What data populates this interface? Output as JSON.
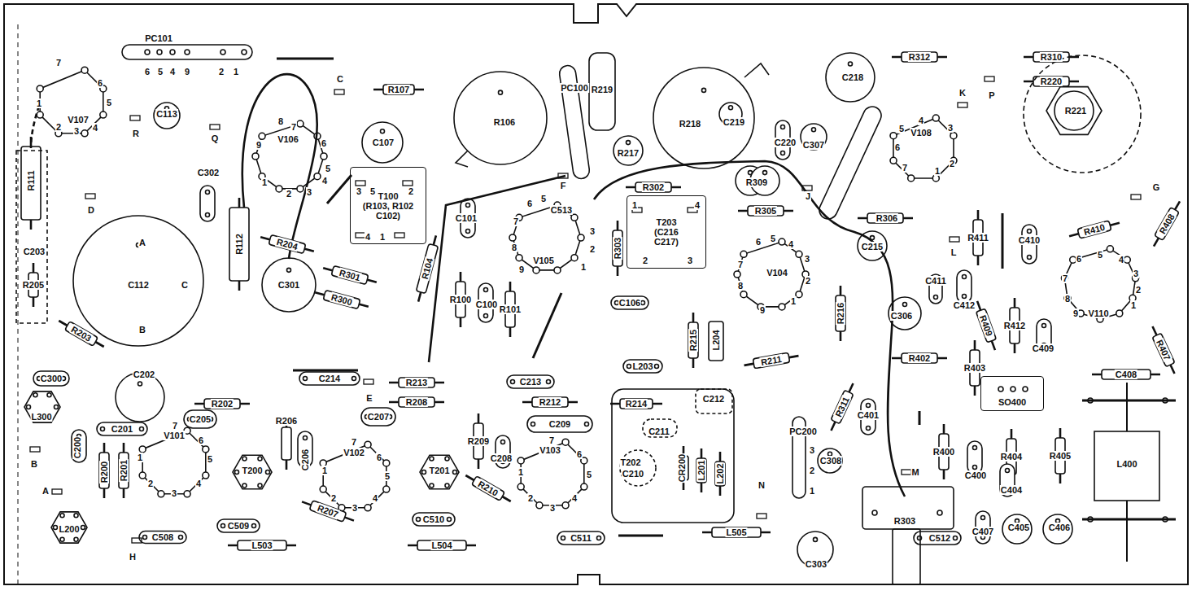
{
  "diagram": {
    "nodes": [
      {
        "text": [
          "T100",
          "(R103, R102 C102)"
        ]
      },
      {
        "text": [
          "T203",
          "(C216 C217)"
        ]
      },
      {
        "text": [
          "SO400"
        ]
      }
    ],
    "labels": [
      "PC101",
      "6",
      "5",
      "4",
      "9",
      "2",
      "1",
      "7",
      "6",
      "5",
      "1",
      "2",
      "V107",
      "3",
      "4",
      "R111",
      "C203",
      "R205",
      "D",
      "R",
      "C113",
      "Q",
      "C",
      "8",
      "7",
      "9",
      "6",
      "V106",
      "5",
      "4",
      "1",
      "2",
      "3",
      "R107",
      "C107",
      "C302",
      "3",
      "5",
      "2",
      "4",
      "1",
      "R106",
      "PC100",
      "R219",
      "F",
      "R218",
      "C219",
      "C220",
      "C307",
      "C218",
      "R312",
      "R310",
      "R220",
      "K",
      "P",
      "R221",
      "G",
      "R408",
      "4",
      "5",
      "3",
      "V108",
      "6",
      "2",
      "7",
      "1",
      "J",
      "R309",
      "R305",
      "R302",
      "1",
      "4",
      "2",
      "3",
      "R217",
      "R303",
      "6",
      "5",
      "C513",
      "3",
      "2",
      "1",
      "9",
      "8",
      "7",
      "V105",
      "C101",
      "R306",
      "6",
      "5",
      "4",
      "3",
      "2",
      "1",
      "9",
      "8",
      "7",
      "V104",
      "C215",
      "L",
      "R411",
      "C410",
      "R410",
      "6",
      "5",
      "4",
      "7",
      "3",
      "8",
      "2",
      "1",
      "9",
      "V110",
      "R407",
      "C411",
      "C412",
      "R409",
      "R412",
      "C409",
      "R403",
      "C408",
      "L400",
      "R404",
      "R405",
      "C400",
      "C404",
      "C405",
      "C406",
      "C407",
      "R400",
      "M",
      "R303",
      "C512",
      "C401",
      "R311",
      "PC200",
      "3",
      "2",
      "1",
      "C308",
      "N",
      "C303",
      "R402",
      "C306",
      "R216",
      "R211",
      "R215",
      "L204",
      "L203",
      "C106",
      "R101",
      "C100",
      "R100",
      "R104",
      "R301",
      "R300",
      "C301",
      "R204",
      "R112",
      "A",
      "C112",
      "C",
      "B",
      "R203",
      "C300",
      "L300",
      "C202",
      "C201",
      "R202",
      "C205",
      "C214",
      "E",
      "R213",
      "R208",
      "C207",
      "C213",
      "R212",
      "C209",
      "R214",
      "C212",
      "C211",
      "T202",
      "C210",
      "CR200",
      "L201",
      "L202",
      "R209",
      "C208",
      "R210",
      "B",
      "C200",
      "R200",
      "R201",
      "A",
      "L200",
      "7",
      "V101",
      "6",
      "1",
      "5",
      "2",
      "3",
      "4",
      "H",
      "C508",
      "C509",
      "L503",
      "R206",
      "C206",
      "T200",
      "7",
      "V102",
      "6",
      "1",
      "5",
      "2",
      "3",
      "4",
      "R207",
      "T201",
      "C510",
      "L504",
      "7",
      "V103",
      "6",
      "1",
      "5",
      "2",
      "3",
      "4",
      "C511",
      "L505"
    ]
  }
}
